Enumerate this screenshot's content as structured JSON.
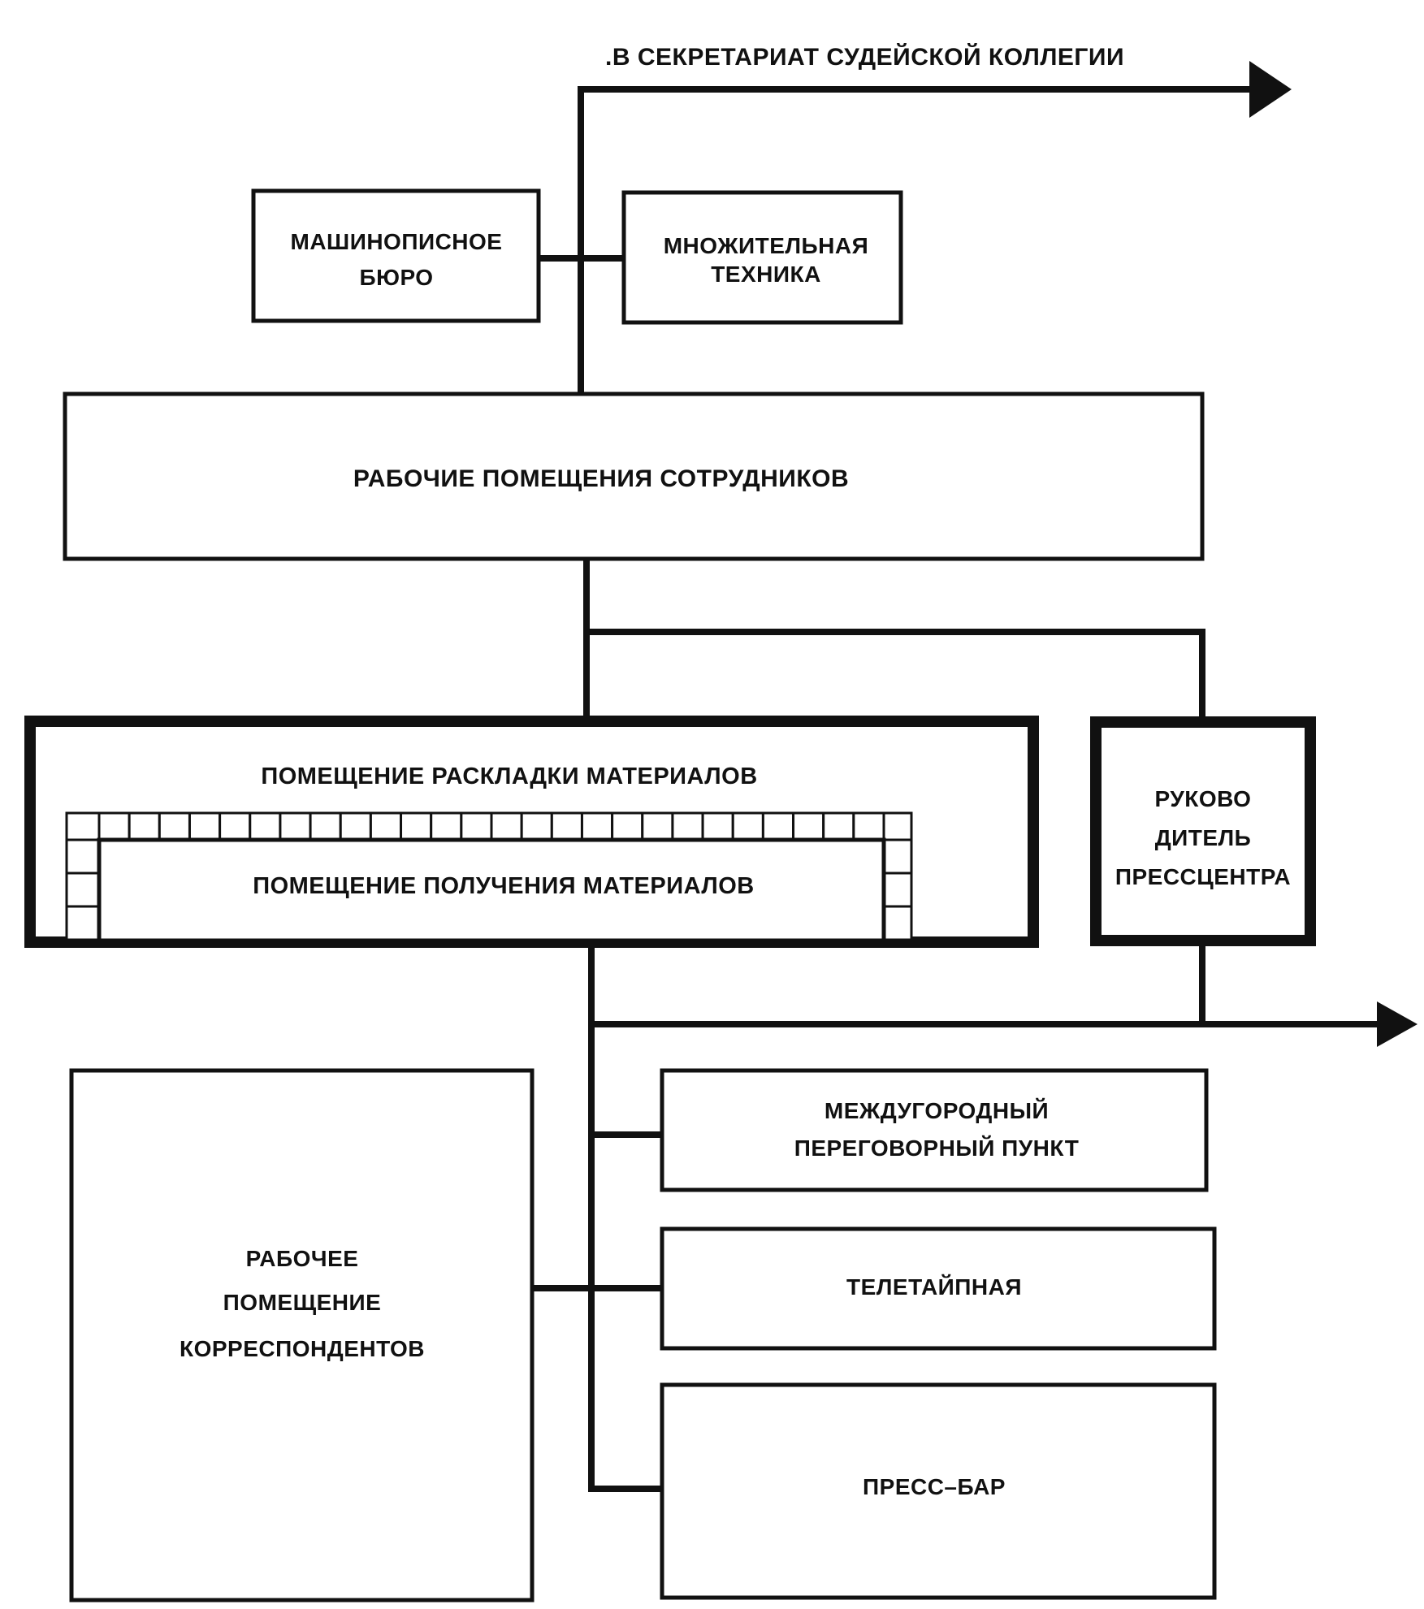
{
  "destination_label": ".В СЕКРЕТАРИАТ СУДЕЙСКОЙ КОЛЛЕГИИ",
  "boxes": {
    "typing_bureau": [
      "МАШИНОПИСНОЕ",
      "БЮРО"
    ],
    "copying_equipment": [
      "МНОЖИТЕЛЬНАЯ",
      "ТЕХНИКА"
    ],
    "staff_rooms": "РАБОЧИЕ ПОМЕЩЕНИЯ СОТРУДНИКОВ",
    "layout_room": "ПОМЕЩЕНИЕ РАСКЛАДКИ МАТЕРИАЛОВ",
    "receiving_room": "ПОМЕЩЕНИЕ ПОЛУЧЕНИЯ МАТЕРИАЛОВ",
    "press_center_head": [
      "РУКОВО",
      "ДИТЕЛЬ",
      "ПРЕССЦЕНТРА"
    ],
    "correspondents_room": [
      "РАБОЧЕЕ",
      "ПОМЕЩЕНИЕ",
      "КОРРЕСПОНДЕНТОВ"
    ],
    "long_distance_phone": [
      "МЕЖДУГОРОДНЫЙ",
      "ПЕРЕГОВОРНЫЙ ПУНКТ"
    ],
    "teletype": "ТЕЛЕТАЙПНАЯ",
    "press_bar": "ПРЕСС–БАР"
  },
  "colors": {
    "ink": "#111111",
    "paper": "#ffffff"
  },
  "icons": {
    "arrow_top": "arrow-right-icon",
    "arrow_middle": "arrow-right-icon"
  }
}
